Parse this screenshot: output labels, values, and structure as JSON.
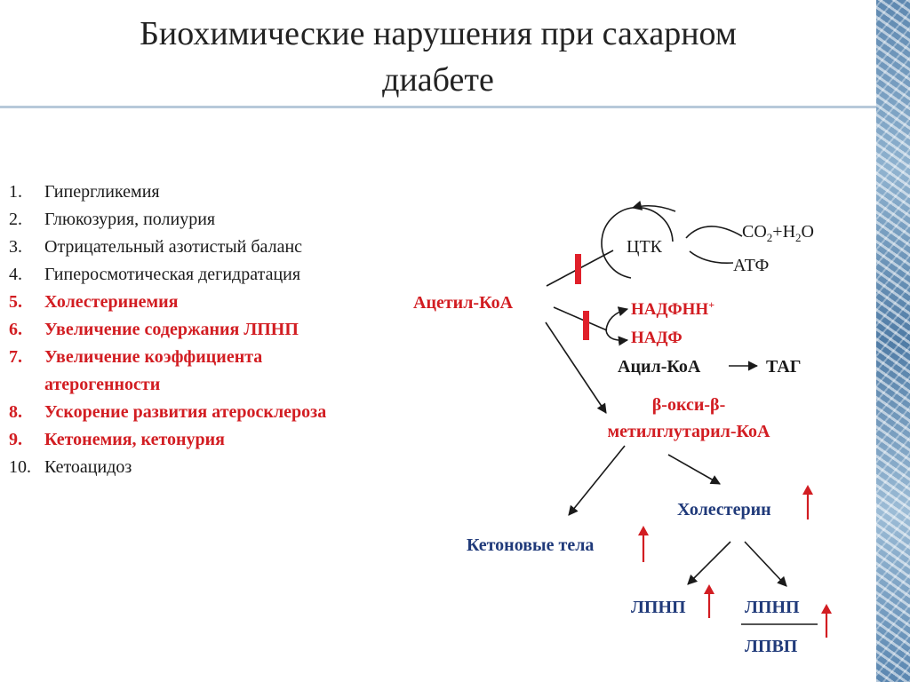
{
  "slide": {
    "title_line1": "Биохимические нарушения при сахарном",
    "title_line2": "диабете"
  },
  "list": [
    {
      "num": "1.",
      "text": "Гипергликемия",
      "style": "black"
    },
    {
      "num": "2.",
      "text": "Глюкозурия, полиурия",
      "style": "black"
    },
    {
      "num": "3.",
      "text": "Отрицательный азотистый баланс",
      "style": "black"
    },
    {
      "num": "4.",
      "text": "Гиперосмотическая дегидратация",
      "style": "black"
    },
    {
      "num": "5.",
      "text": "Холестеринемия",
      "style": "red"
    },
    {
      "num": "6.",
      "text": "Увеличение содержания ЛПНП",
      "style": "red"
    },
    {
      "num": "7.",
      "text": "Увеличение коэффициента",
      "style": "red"
    },
    {
      "num": "",
      "text": "атерогенности",
      "style": "red"
    },
    {
      "num": "8.",
      "text": "Ускорение развития атеросклероза",
      "style": "red"
    },
    {
      "num": "9.",
      "text": "Кетонемия, кетонурия",
      "style": "red"
    },
    {
      "num": "10.",
      "text": "Кетоацидоз",
      "style": "black"
    }
  ],
  "diagram": {
    "tca": "ЦТК",
    "co2_h2o": {
      "a": "CO",
      "sub1": "2",
      "b": "+H",
      "sub2": "2",
      "c": "O"
    },
    "atp": "АТФ",
    "acetyl_coa": "Ацетил-КоА",
    "nadph": "НАДФНН",
    "nadph_sup": "+",
    "nadp": "НАДФ",
    "acyl_coa": "Ацил-КоА",
    "tag": "ТАГ",
    "hmg_line1": "β-окси-β-",
    "hmg_line2": "метилглутарил-КоА",
    "cholesterol": "Холестерин",
    "ketone_bodies": "Кетоновые тела",
    "ldl": "ЛПНП",
    "ratio_num": "ЛПНП",
    "ratio_den": "ЛПВП"
  },
  "colors": {
    "red": "#d21d22",
    "navy": "#203a7a",
    "black": "#1a1a1a",
    "block": "#e0202a"
  }
}
